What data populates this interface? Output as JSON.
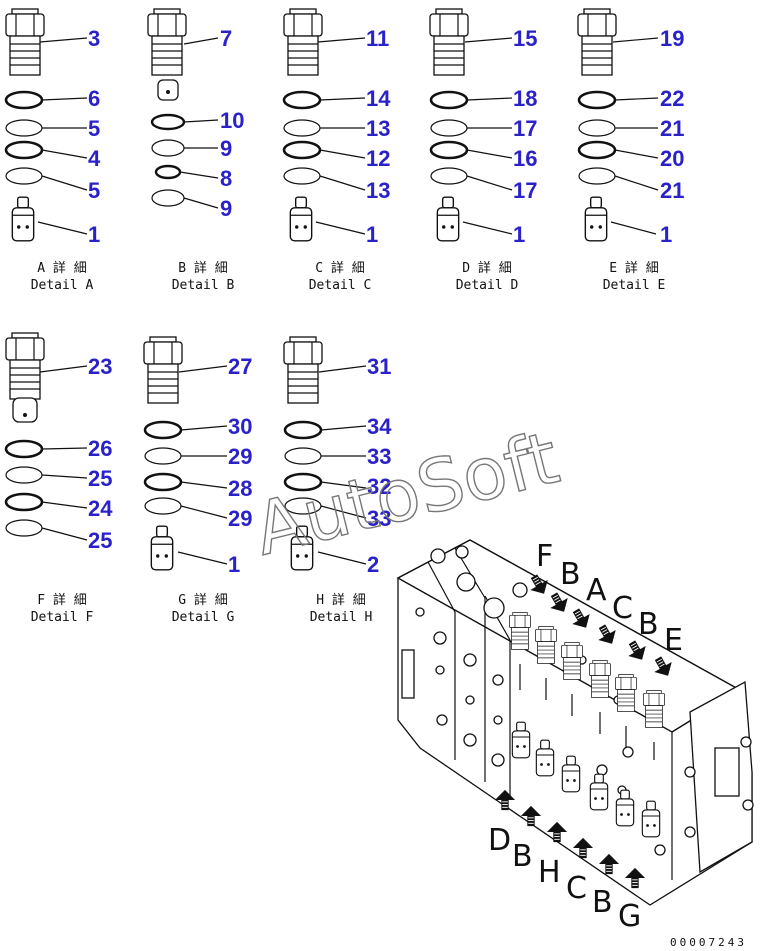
{
  "details": [
    {
      "caption_jp": "A 詳 細",
      "caption_en": "Detail A",
      "callouts": [
        "3",
        "6",
        "5",
        "4",
        "5",
        "1"
      ]
    },
    {
      "caption_jp": "B 詳 細",
      "caption_en": "Detail B",
      "callouts": [
        "7",
        "10",
        "9",
        "8",
        "9"
      ]
    },
    {
      "caption_jp": "C 詳 細",
      "caption_en": "Detail C",
      "callouts": [
        "11",
        "14",
        "13",
        "12",
        "13",
        "1"
      ]
    },
    {
      "caption_jp": "D 詳 細",
      "caption_en": "Detail D",
      "callouts": [
        "15",
        "18",
        "17",
        "16",
        "17",
        "1"
      ]
    },
    {
      "caption_jp": "E 詳 細",
      "caption_en": "Detail E",
      "callouts": [
        "19",
        "22",
        "21",
        "20",
        "21",
        "1"
      ]
    },
    {
      "caption_jp": "F 詳 細",
      "caption_en": "Detail F",
      "callouts": [
        "23",
        "26",
        "25",
        "24",
        "25"
      ]
    },
    {
      "caption_jp": "G 詳 細",
      "caption_en": "Detail G",
      "callouts": [
        "27",
        "30",
        "29",
        "28",
        "29",
        "1"
      ]
    },
    {
      "caption_jp": "H 詳 細",
      "caption_en": "Detail H",
      "callouts": [
        "31",
        "34",
        "33",
        "32",
        "33",
        "2"
      ]
    }
  ],
  "assembly_labels": {
    "top": [
      "F",
      "B",
      "A",
      "C",
      "B",
      "E"
    ],
    "bottom": [
      "D",
      "B",
      "H",
      "C",
      "B",
      "G"
    ]
  },
  "watermark": "AutoSoft",
  "doc_number": "00007243",
  "colors": {
    "callout": "#2a22c8",
    "line": "#111111",
    "watermark": "#777777"
  }
}
